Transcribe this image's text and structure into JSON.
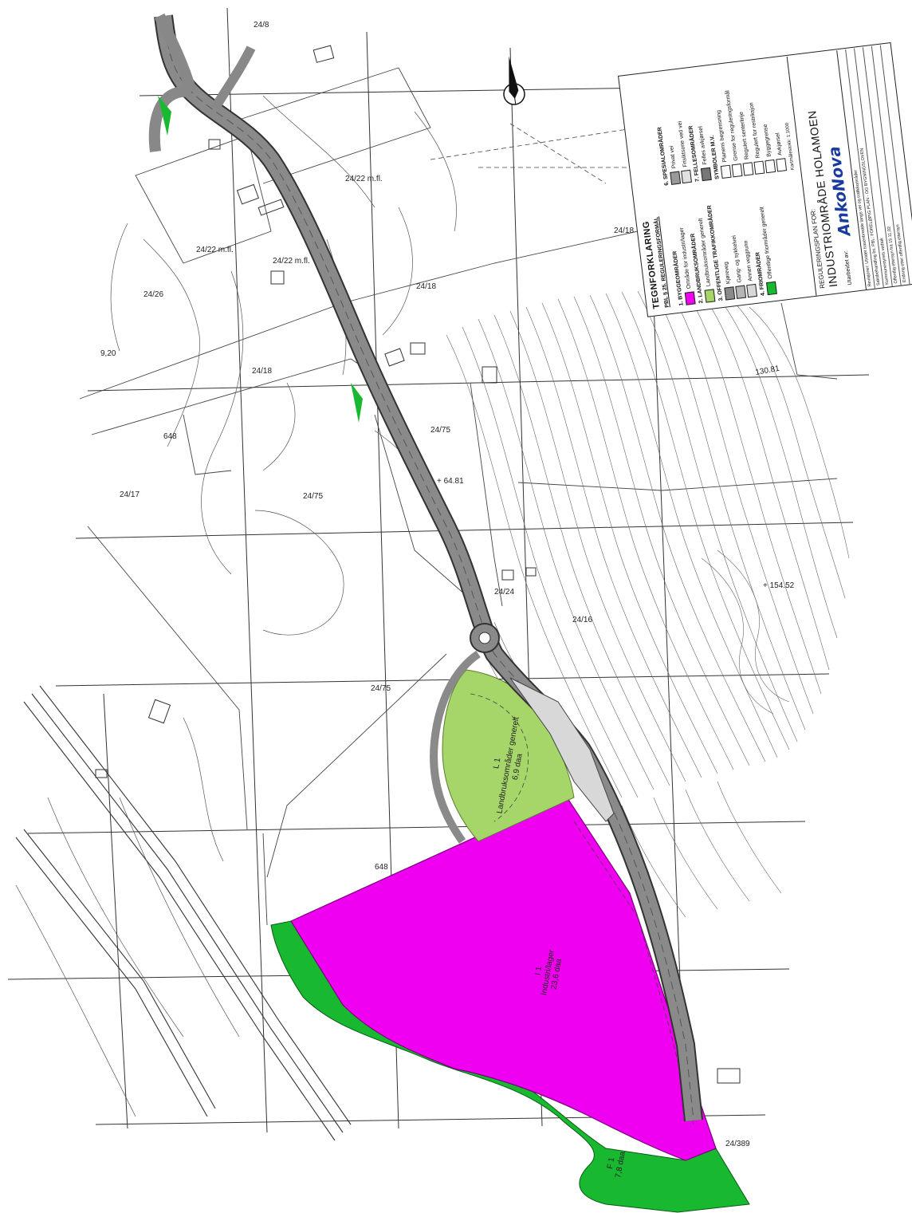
{
  "plots": [
    {
      "id": "p-24-8",
      "text": "24/8"
    },
    {
      "id": "p-24-22a",
      "text": "24/22 m.fl."
    },
    {
      "id": "p-24-22b",
      "text": "24/22 m.fl."
    },
    {
      "id": "p-24-22c",
      "text": "24/22 m.fl."
    },
    {
      "id": "p-24-26",
      "text": "24/26"
    },
    {
      "id": "p-24-18a",
      "text": "24/18"
    },
    {
      "id": "p-24-18b",
      "text": "24/18"
    },
    {
      "id": "p-24-18c",
      "text": "24/18"
    },
    {
      "id": "p-9-20",
      "text": "9,20"
    },
    {
      "id": "p-24-75a",
      "text": "24/75"
    },
    {
      "id": "p-24-75b",
      "text": "24/75"
    },
    {
      "id": "p-24-75c",
      "text": "24/75"
    },
    {
      "id": "p-24-17",
      "text": "24/17"
    },
    {
      "id": "p-24-16",
      "text": "24/16"
    },
    {
      "id": "p-24-24",
      "text": "24/24"
    },
    {
      "id": "p-24-389",
      "text": "24/389"
    },
    {
      "id": "p-648a",
      "text": "648"
    },
    {
      "id": "p-648b",
      "text": "648"
    }
  ],
  "spot_heights": [
    {
      "id": "sh-1",
      "text": "+ 64.81"
    },
    {
      "id": "sh-2",
      "text": "+ 154.52"
    },
    {
      "id": "sh-3",
      "text": "130.81"
    }
  ],
  "zones": {
    "l1": {
      "code": "L 1",
      "name": "Landbruksområder generelt",
      "area": "6,9 daa"
    },
    "i1": {
      "code": "I 1",
      "name": "Industri/lager",
      "area": "23,6 daa"
    },
    "f1": {
      "code": "F 1",
      "name": "7,8 daa"
    }
  },
  "legend": {
    "title": "TEGNFORKLARING",
    "subtitle": "PBL § 25. REGULERINGSFORMÅL",
    "left_groups": [
      {
        "head": "1. BYGGEOMRÅDER",
        "items": [
          {
            "label": "Område for industri/lager",
            "color": "#f000f0"
          }
        ]
      },
      {
        "head": "2. LANDBRUKSOMRÅDER",
        "items": [
          {
            "label": "Landbruksområder generelt",
            "color": "#a6d66a"
          }
        ]
      },
      {
        "head": "3. OFFENTLIGE TRAFIKKOMRÅDER",
        "items": [
          {
            "label": "Kjøreveg",
            "color": "#8a8a8a"
          },
          {
            "label": "Gang- og sykkelvei",
            "color": "#b5b5b5"
          },
          {
            "label": "Annen veggrunn",
            "color": "#d8d8d8"
          }
        ]
      },
      {
        "head": "4. FRIOMRÅDER",
        "items": [
          {
            "label": "Offentlige friområder generelt",
            "color": "#18b830"
          }
        ]
      }
    ],
    "right_groups": [
      {
        "head": "6. SPESIALOMRÅDER",
        "items": [
          {
            "label": "Privat vei",
            "color": "#9a9a9a"
          },
          {
            "label": "Frisiktsone ved vei",
            "color": "#e0e0e0"
          }
        ]
      },
      {
        "head": "7. FELLESOMRÅDER",
        "items": [
          {
            "label": "Felles avkjørsel",
            "color": "#777777"
          }
        ]
      },
      {
        "head": "SYMBOLER M.V.",
        "items": [
          {
            "label": "Planens begrensning",
            "color": "#ffffff"
          },
          {
            "label": "Grense for reguleringsformål",
            "color": "#ffffff"
          },
          {
            "label": "Regulert senterlinje",
            "color": "#ffffff"
          },
          {
            "label": "Regulert for restriksjon",
            "color": "#ffffff"
          },
          {
            "label": "Byggegrense",
            "color": "#ffffff"
          },
          {
            "label": "Avkjørsel",
            "color": "#ffffff"
          }
        ]
      }
    ],
    "scale": "Kartmålestokk: 1:1000",
    "plan_label": "REGULERINGSPLAN FOR:",
    "plan_name": "INDUSTRIOMRÅDE HOLAMOEN",
    "prepared_by": "Utarbeidet av:",
    "logo": "AnkoNova",
    "revisions": [
      "Revisjoner: Utvidet trasenbredde langs vei og trafikkområder",
      "Saksbehandling iht. PBL: FORELØPIG PLAN - OG BYGNINGSLOVEN",
      "Kommunestyrets vedtak",
      "Offentlig ettersyn fra 15.11.02",
      "Endring etter offentlig ettersyn"
    ]
  },
  "colors": {
    "industry": "#f000f0",
    "agriculture": "#a6d66a",
    "recreation": "#18b830",
    "road": "#8a8a8a"
  }
}
